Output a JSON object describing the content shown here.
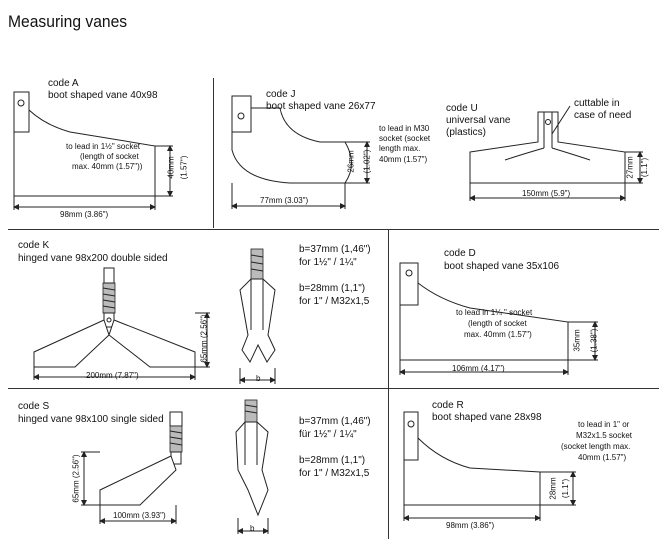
{
  "title": "Measuring vanes",
  "vanes": {
    "a": {
      "code": "code A",
      "name": "boot shaped vane 40x98",
      "note": [
        "to lead in 1½\" socket",
        "(length of socket",
        "max. 40mm (1.57\"))"
      ],
      "width": "98mm (3.86\")",
      "height": "40mm",
      "height_in": "(1.57\")"
    },
    "j": {
      "code": "code J",
      "name": "boot shaped vane 26x77",
      "note": [
        "to lead in M30",
        "socket (socket",
        "length max.",
        "40mm (1.57\")"
      ],
      "width": "77mm (3.03\")",
      "height": "26mm",
      "height_in": "(1.02\")"
    },
    "u": {
      "code": "code U",
      "name": [
        "universal vane",
        "(plastics)"
      ],
      "note": [
        "cuttable in",
        "case of need"
      ],
      "width": "150mm (5.9\")",
      "height": "27mm",
      "height_in": "(1.1\")"
    },
    "k": {
      "code": "code K",
      "name": "hinged vane 98x200 double sided",
      "width": "200mm (7.87\")",
      "height": "65mm (2.56\")",
      "b": "b",
      "spec": [
        "b=37mm (1,46\")",
        "for 1½\" / 1¼\"",
        "b=28mm (1,1\")",
        "for 1\" / M32x1,5"
      ]
    },
    "d": {
      "code": "code D",
      "name": "boot shaped vane 35x106",
      "note": [
        "to lead in 1¼ \" socket",
        "(length of socket",
        "max. 40mm (1.57\")"
      ],
      "width": "106mm (4.17\")",
      "height": "35mm",
      "height_in": "(1.38\")"
    },
    "s": {
      "code": "code S",
      "name": "hinged vane 98x100 single sided",
      "width": "100mm (3.93\")",
      "height": "65mm (2.56\")",
      "b": "b",
      "spec": [
        "b=37mm (1,46\")",
        "für 1½\" / 1¼\"",
        "b=28mm (1,1\")",
        "for 1\" / M32x1,5"
      ]
    },
    "r": {
      "code": "code R",
      "name": "boot shaped vane 28x98",
      "note": [
        "to lead in 1\" or",
        "M32x1.5 socket",
        "(socket length max.",
        "40mm (1.57\")"
      ],
      "width": "98mm (3.86\")",
      "height": "28mm",
      "height_in": "(1.1\")"
    }
  }
}
